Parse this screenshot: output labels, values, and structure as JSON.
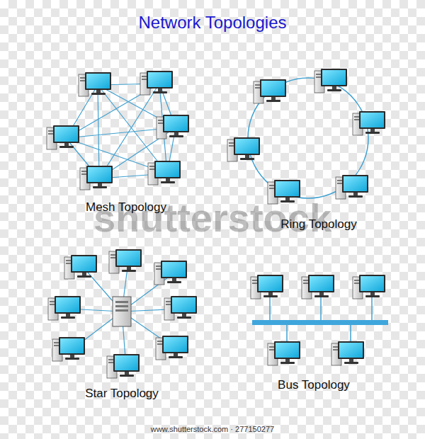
{
  "diagram": {
    "title": "Network Topologies",
    "labels": [
      "Mesh Topology",
      "Ring Topology",
      "Star Topology",
      "Bus Topology",
      "shutterstock",
      "www.shutterstock.com · 277150277"
    ]
  }
}
